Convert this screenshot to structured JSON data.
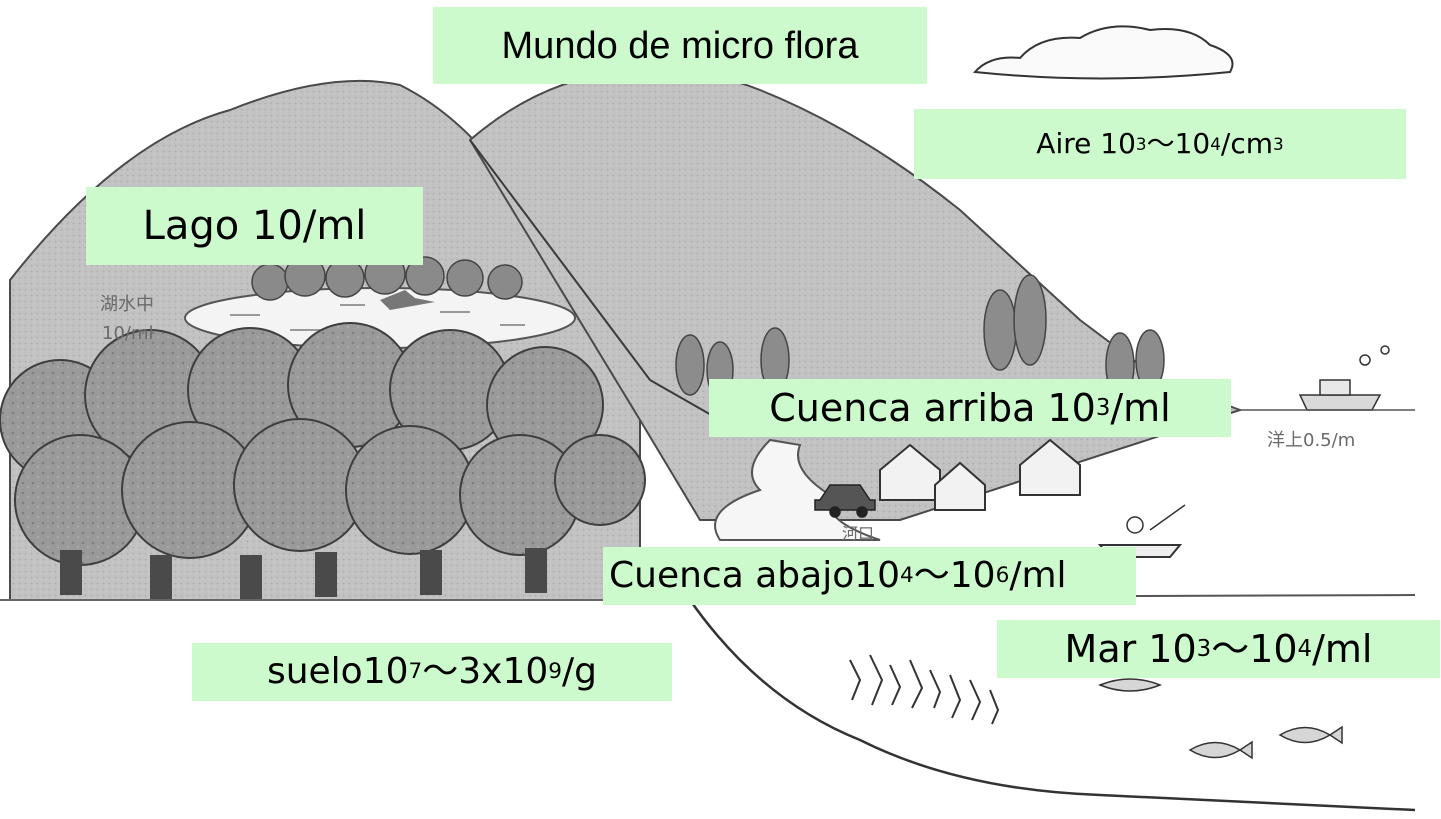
{
  "title": "Mundo de micro flora",
  "labels": {
    "aire": {
      "base": "Aire 10",
      "e1": "3",
      "mid": "～10",
      "e2": "4",
      "tail": "/cm",
      "e3": "3"
    },
    "lago": {
      "text": "Lago 10/ml"
    },
    "cuenca_arriba": {
      "base": "Cuenca arriba 10",
      "e1": "3",
      "tail": "/ml"
    },
    "cuenca_abajo": {
      "base": "Cuenca abajo10",
      "e1": "4",
      "mid": "～10",
      "e2": "6",
      "tail": "/ml"
    },
    "suelo": {
      "base": "suelo10",
      "e1": "7",
      "mid": "～3x10",
      "e2": "9",
      "tail": "/g"
    },
    "mar": {
      "base": "Mar 10",
      "e1": "3",
      "mid": "～10",
      "e2": "4",
      "tail": "/ml"
    }
  },
  "image_text": {
    "lake_jp_1": "湖水中",
    "lake_jp_2": "10/ml",
    "ocean_jp": "洋上0.5/m",
    "river_mouth_jp": "河口"
  },
  "colors": {
    "label_bg": "#ccfacc",
    "mountain": "#b9b9b9",
    "forest": "#8e8e8e",
    "line": "#3a3a3a"
  }
}
